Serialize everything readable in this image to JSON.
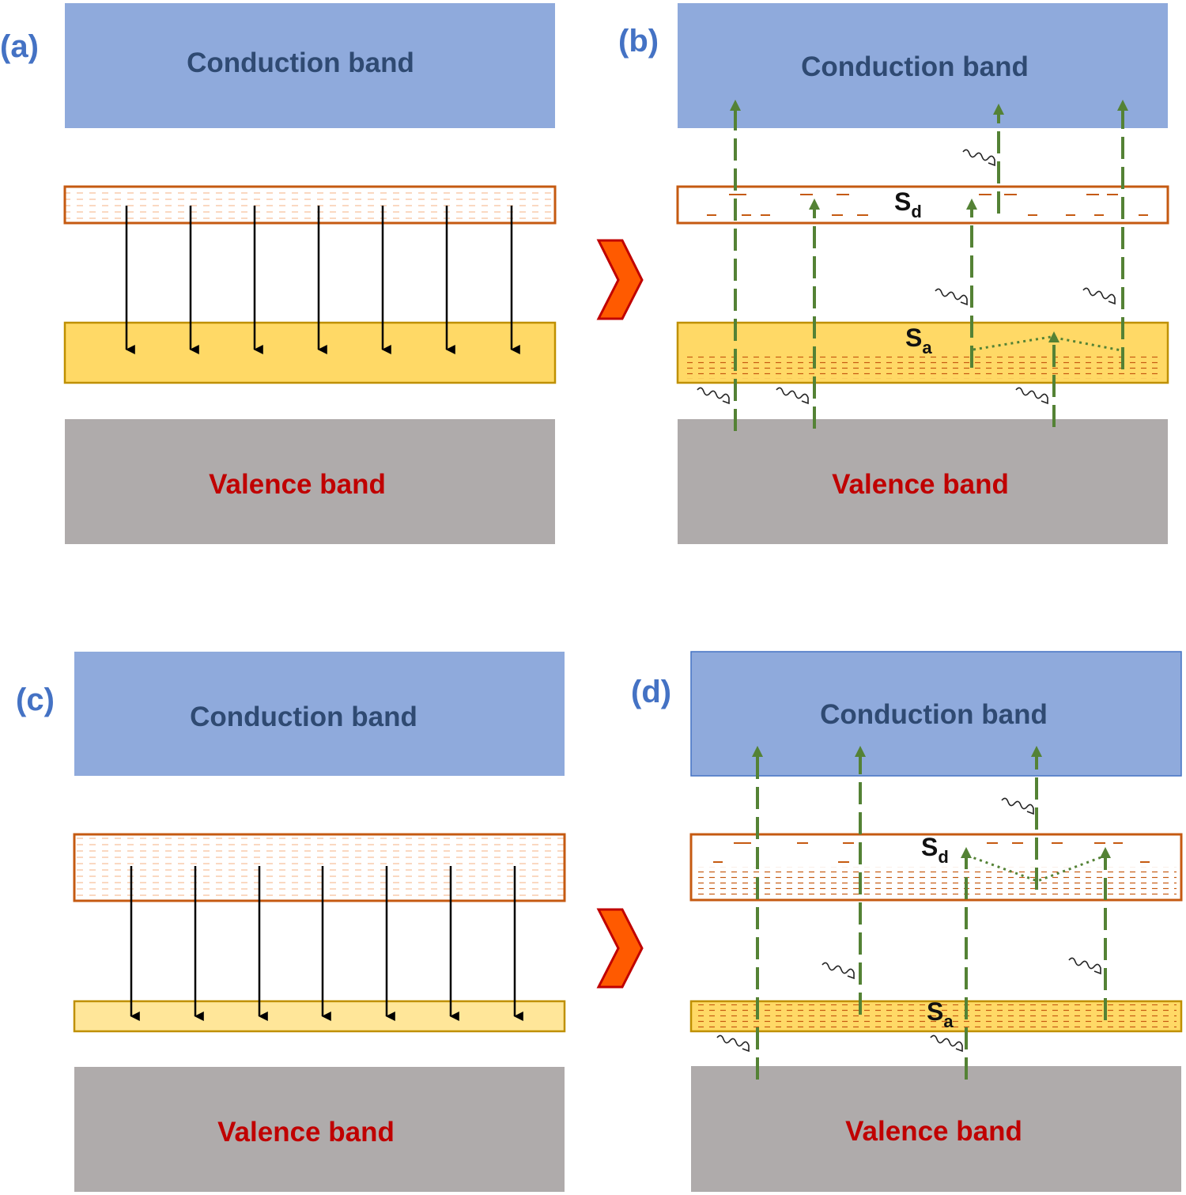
{
  "colors": {
    "conduction_fill": "#8faadc",
    "conduction_text": "#2f4a72",
    "valence_fill": "#afabab",
    "valence_text": "#c00000",
    "donor_stroke": "#c55a11",
    "donor_dash": "#f4b183",
    "acceptor_fill_dark": "#ffd966",
    "acceptor_fill_light": "#ffe699",
    "acceptor_stroke": "#bf9000",
    "arrow_green": "#548235",
    "panel_label": "#4472c4",
    "chevron_fill": "#ff5a00",
    "chevron_stroke": "#c00000"
  },
  "panels": {
    "a": {
      "label": "(a)",
      "conduction": "Conduction band",
      "valence": "Valence band"
    },
    "b": {
      "label": "(b)",
      "conduction": "Conduction band",
      "valence": "Valence band",
      "donor_main": "S",
      "donor_sub": "d",
      "acceptor_main": "S",
      "acceptor_sub": "a"
    },
    "c": {
      "label": "(c)",
      "conduction": "Conduction band",
      "valence": "Valence band"
    },
    "d": {
      "label": "(d)",
      "conduction": "Conduction band",
      "valence": "Valence band",
      "donor_main": "S",
      "donor_sub": "d",
      "acceptor_main": "S",
      "acceptor_sub": "a"
    }
  },
  "icons": [
    "chevron-right-icon",
    "photon-wave-icon",
    "arrow-down-icon",
    "arrow-up-dashed-icon"
  ]
}
